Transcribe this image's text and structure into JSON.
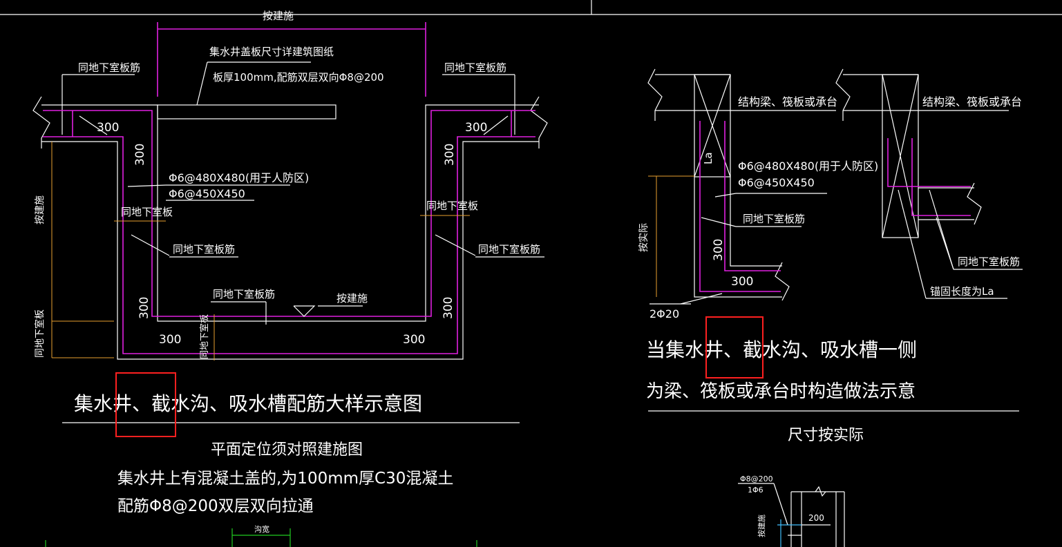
{
  "colors": {
    "background": "#000000",
    "text": "#ffffff",
    "rebar": "#e020e0",
    "dimension": "#e8a030",
    "highlight_box": "#ff2020",
    "green_line": "#22cc22",
    "cyan_line": "#40c0ff"
  },
  "left_detail": {
    "top_dim": "按建施",
    "cover_note_1": "集水井盖板尺寸详建筑图纸",
    "cover_note_2": "板厚100mm,配筋双层双向Φ8@200",
    "slab_label_left": "同地下室板筋",
    "slab_label_right": "同地下室板筋",
    "len_300_tl": "300",
    "len_300_tr": "300",
    "len_300_vl": "300",
    "len_300_vr": "300",
    "rebar_1": "Φ6@480X480(用于人防区)",
    "rebar_2": "Φ6@450X450",
    "wall_label_left": "同地下室板",
    "wall_label_right": "同地下室板",
    "wall_bar_left": "同地下室板筋",
    "wall_bar_right": "同地下室板筋",
    "side_dim": "按建施",
    "bottom_bar": "同地下室板筋",
    "bottom_level": "按建施",
    "len_300_bl": "300",
    "len_300_br": "300",
    "len_300_bvl": "300",
    "len_300_bvr": "300",
    "bottom_side_left": "同地下室板",
    "bottom_side_mid": "同地下室板",
    "title_part_a": "集水井、",
    "title_part_b": "截水沟",
    "title_part_c": "、吸水槽配筋大样示意图",
    "note_1": "平面定位须对照建施图",
    "note_2": "集水井上有混凝土盖的,为100mm厚C30混凝土",
    "note_3": "配筋Φ8@200双层双向拉通",
    "trench_width": "沟宽"
  },
  "right_detail": {
    "beam_label_1": "结构梁、筏板或承台",
    "beam_label_2": "结构梁、筏板或承台",
    "la": "La",
    "rebar_1": "Φ6@480X480(用于人防区)",
    "rebar_2": "Φ6@450X450",
    "slab_bar": "同地下室板筋",
    "side_dim": "按实际",
    "len_300_v": "300",
    "len_300_h": "300",
    "bar_2phi20": "2Φ20",
    "slab_bar_right": "同地下室板筋",
    "anchor": "锚固长度为La",
    "title_1_part_a": "当集水井、",
    "title_1_part_b": "截水沟",
    "title_1_part_c": "、吸水槽一侧",
    "title_2": "为梁、筏板或承台时构造做法示意",
    "size_note": "尺寸按实际"
  },
  "small_detail": {
    "top_label": "Φ8@200",
    "sub_label": "1Φ6",
    "dim_200": "200",
    "side": "按建施"
  }
}
